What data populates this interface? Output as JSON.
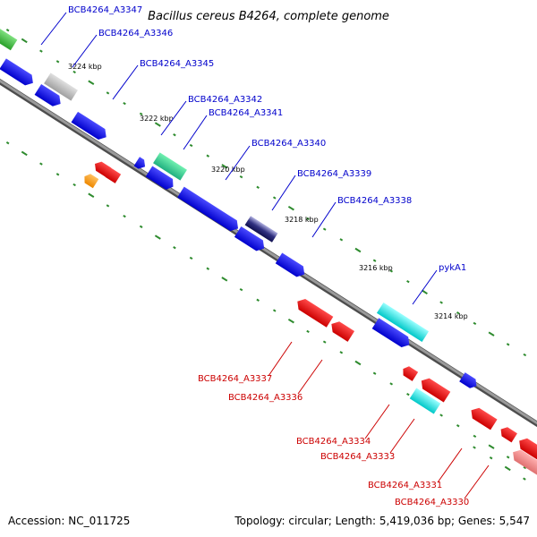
{
  "title": "Bacillus cereus B4264, complete genome",
  "footer": {
    "accession": "Accession: NC_011725",
    "summary": "Topology: circular; Length: 5,419,036 bp; Genes: 5,547"
  },
  "colors": {
    "backbone": "#7f7f7f",
    "forward_label": "#0000cc",
    "reverse_label": "#cc0000",
    "tick": "#2e8b2e",
    "forward_gene": "#0000ee",
    "reverse_gene": "#ee0000"
  },
  "position_labels": [
    "3224 kbp",
    "3222 kbp",
    "3220 kbp",
    "3218 kbp",
    "3216 kbp",
    "3214 kbp"
  ],
  "forward_gene_labels": [
    "BCB4264_A3347",
    "BCB4264_A3346",
    "BCB4264_A3345",
    "BCB4264_A3342",
    "BCB4264_A3341",
    "BCB4264_A3340",
    "BCB4264_A3339",
    "BCB4264_A3338",
    "pykA1"
  ],
  "reverse_gene_labels": [
    "BCB4264_A3337",
    "BCB4264_A3336",
    "BCB4264_A3334",
    "BCB4264_A3333",
    "BCB4264_A3331",
    "BCB4264_A3330"
  ]
}
